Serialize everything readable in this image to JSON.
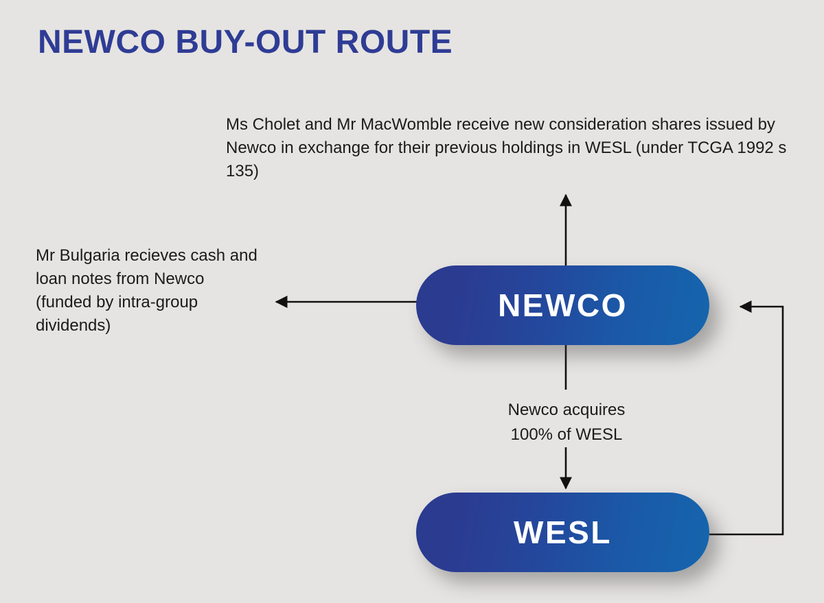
{
  "page": {
    "title": "NEWCO BUY-OUT ROUTE",
    "background_color": "#e6e4e2",
    "title_color": "#2f3c95",
    "body_text_color": "#1b1b1b"
  },
  "diagram": {
    "type": "flow-diagram",
    "box_gradient_from": "#2b3b90",
    "box_gradient_to": "#1565ad",
    "box_label_color": "#ffffff",
    "connector_color": "#111111",
    "nodes": [
      {
        "id": "newco",
        "label": "NEWCO"
      },
      {
        "id": "wesl",
        "label": "WESL"
      }
    ],
    "notes": {
      "consideration_shares": "Ms Cholet and Mr MacWomble receive new consideration shares issued by Newco in exchange for their previous holdings in WESL (under TCGA 1992 s 135)",
      "bulgaria_cash": "Mr Bulgaria recieves cash and loan notes from Newco (funded by intra-group dividends)",
      "newco_acquires": "Newco acquires\n100% of WESL"
    },
    "connectors": [
      {
        "id": "newco-to-shareholders",
        "from": "newco",
        "to": "consideration-shares-note",
        "direction": "up"
      },
      {
        "id": "newco-to-bulgaria",
        "from": "newco",
        "to": "bulgaria-note",
        "direction": "left"
      },
      {
        "id": "newco-to-wesl",
        "from": "newco",
        "to": "wesl",
        "direction": "down",
        "label": "Newco acquires 100% of WESL"
      },
      {
        "id": "wesl-to-newco-loop",
        "from": "wesl",
        "to": "newco",
        "direction": "loop-right-up"
      }
    ]
  }
}
